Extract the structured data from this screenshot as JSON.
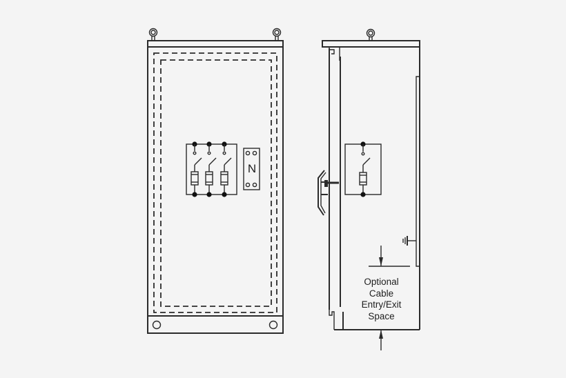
{
  "diagram": {
    "type": "electrical enclosure drawing",
    "views": [
      {
        "name": "front view",
        "components": [
          "lifting eyes x2",
          "door with dashed inner outlines",
          "3-pole switch-disconnector with fuses",
          "neutral link",
          "gland plate with 2 holes"
        ]
      },
      {
        "name": "side view",
        "components": [
          "lifting eye",
          "door hinge profile",
          "door handle",
          "single-pole switch-fuse symbol",
          "earth terminal",
          "cable entry space dimension"
        ]
      }
    ],
    "neutral_label": "N",
    "cable_space_label": [
      "Optional",
      "Cable",
      "Entry/Exit",
      "Space"
    ],
    "colors": {
      "background": "#f4f4f4",
      "line": "#2a2a2a"
    }
  }
}
